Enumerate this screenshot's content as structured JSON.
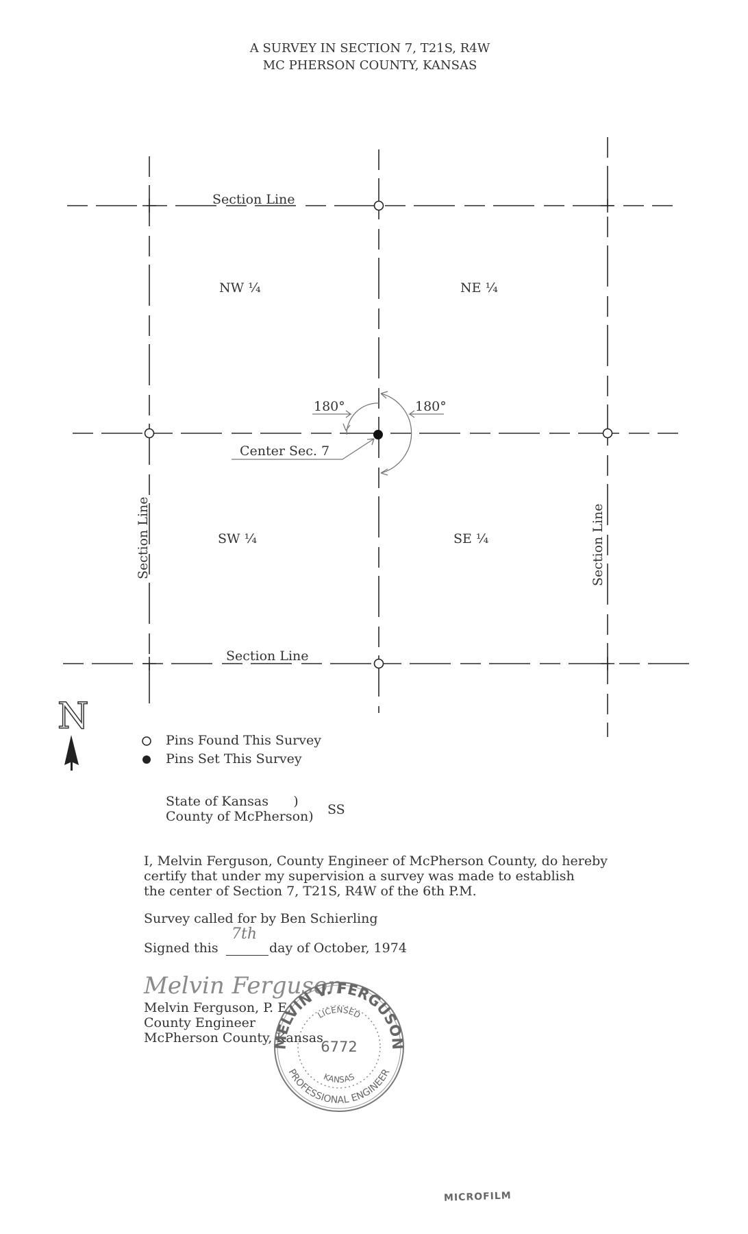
{
  "title": {
    "line1": "A SURVEY IN SECTION 7, T21S, R4W",
    "line2": "MC PHERSON COUNTY, KANSAS"
  },
  "plat": {
    "section_line_top": "Section Line",
    "section_line_bottom": "Section Line",
    "section_line_left": "Section Line",
    "section_line_right": "Section Line",
    "nw": "NW ¼",
    "ne": "NE ¼",
    "sw": "SW ¼",
    "se": "SE ¼",
    "angle_left": "180°",
    "angle_right": "180°",
    "center_label": "Center Sec. 7",
    "north_letter": "N"
  },
  "legend": {
    "found": "Pins Found This Survey",
    "set": "Pins Set This Survey"
  },
  "venue": {
    "state": "State of Kansas      )",
    "county": "County of McPherson)",
    "ss": "SS"
  },
  "certification": {
    "line1": "I, Melvin Ferguson, County Engineer of McPherson County, do hereby",
    "line2": "certify that under my supervision a survey was made to establish",
    "line3": "the center of Section 7, T21S, R4W of the 6th P.M.",
    "called_for": "Survey called for by Ben Schierling",
    "signed_prefix": "Signed this",
    "signed_day": "7th",
    "signed_suffix": "day of October, 1974"
  },
  "signature_block": {
    "signature": "Melvin Ferguson",
    "name": "Melvin Ferguson, P. E.",
    "title": "County Engineer",
    "county": "McPherson County, Kansas"
  },
  "seal": {
    "top": "MELVIN V. FERGUSON",
    "licensed": "LICENSED",
    "number": "6772",
    "state": "KANSAS",
    "bottom": "PROFESSIONAL ENGINEER"
  },
  "stamp": "MICROFILM"
}
